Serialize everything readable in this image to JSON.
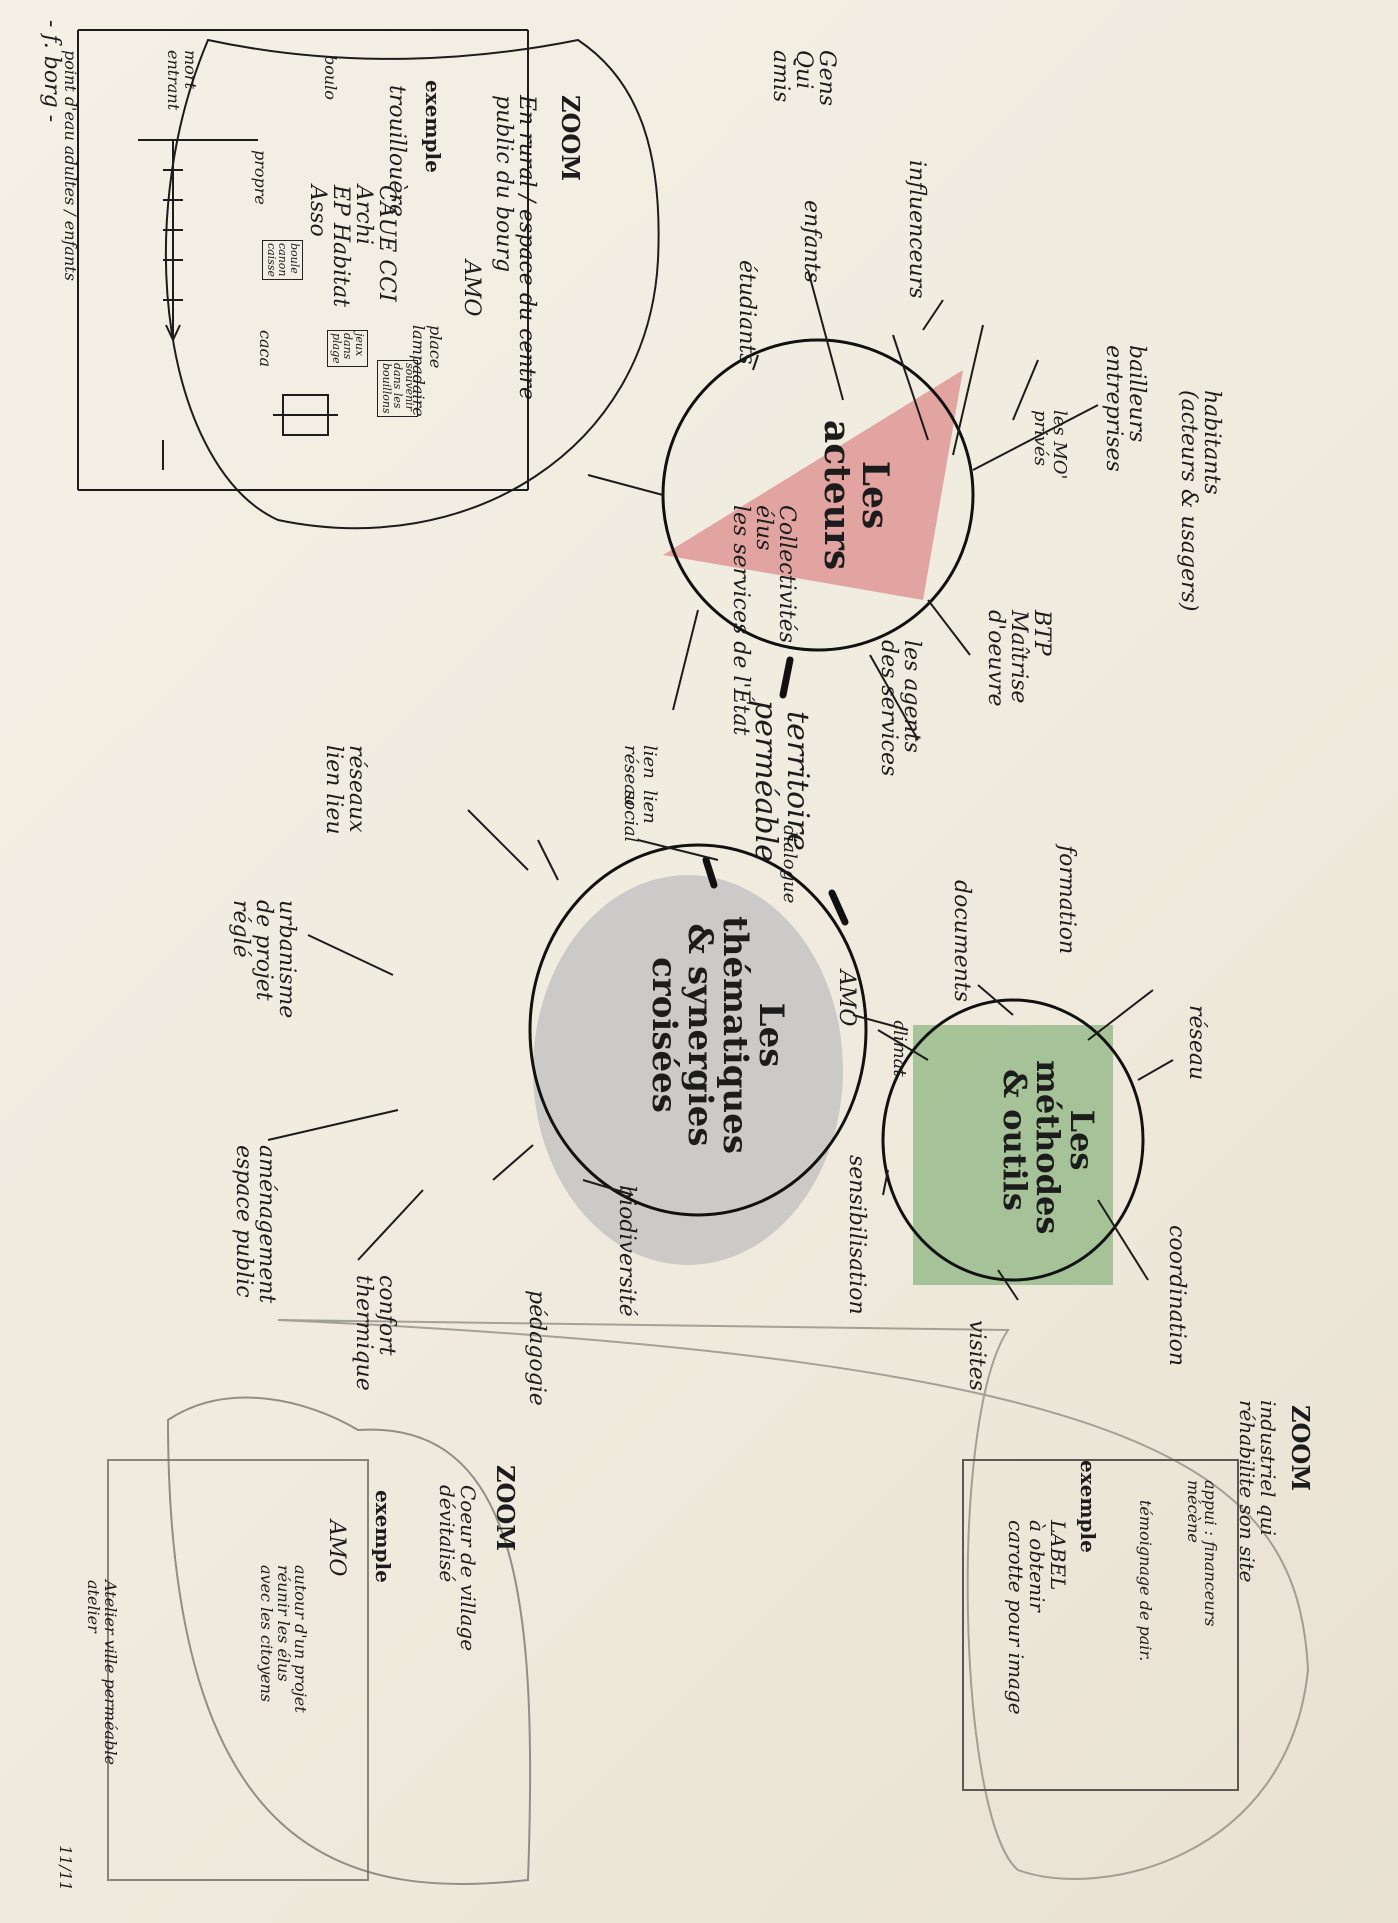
{
  "hubs": {
    "acteurs": {
      "title": "Les\nacteurs",
      "color": "#d9787a"
    },
    "thematiques": {
      "title": "Les\nthématiques\n& synergies croisées",
      "color": "#b8b8bc"
    },
    "methodes": {
      "title": "Les\nméthodes\n& outils",
      "color": "#76a86a"
    }
  },
  "center_label": "territoire\nperméable",
  "acteurs_branches": [
    "CAUE CCI\nArchi\nEP Habitat\nAsso",
    "AMO",
    "habitants\n(acteurs & usagers)",
    "bailleurs\nentreprises",
    "les MO'\nprivés",
    "BTP\nMaîtrise\nd'oeuvre",
    "les agents\ndes services",
    "Collectivités\nélus\nles services de l'État",
    "étudiants",
    "enfants",
    "influenceurs",
    "lien\nréseau",
    "Gens\nQui\namis"
  ],
  "thematiques_branches": [
    "dialogue",
    "lien\nsocial",
    "réseaux\nlien lieu",
    "urbanisme\nde projet\nréglé",
    "aménagement\nespace public",
    "confort\nthermique",
    "pédagogie",
    "biodiversité",
    "climat"
  ],
  "methodes_branches": [
    "formation",
    "documents",
    "AMO",
    "réseau",
    "sensibilisation",
    "visites",
    "coordination"
  ],
  "zoom_rural": {
    "title": "ZOOM",
    "subtitle": "En rural / espace du centre\npublic du bourg",
    "exemple": "exemple",
    "name": "trouillouère",
    "label_top": "place\nlampadaire",
    "label_left": "boulo",
    "label_mort": "mort\nentrant",
    "label_propre": "propre",
    "label_caca": "caca",
    "box1": "boule\ncanon\ncaisse",
    "box2": "jeux\ndans\nplage",
    "box3": "souvenir\ndans les\nbouillons",
    "footer": "point d'eau adultes / enfants"
  },
  "zoom_industrial": {
    "title": "ZOOM",
    "subtitle": "industriel qui\nréhabilite son site",
    "appui": "appui : financeurs\nmécène",
    "temoignage": "témoignage de pair.",
    "exemple": "exemple",
    "body": "LABEL\nà obtenir\ncarotte pour image"
  },
  "zoom_village": {
    "title": "ZOOM",
    "subtitle": "Coeur de village\ndévitalisé",
    "exemple": "exemple",
    "body": "AMO",
    "detail": "autour d'un projet\nréunir les élus\navec les citoyens"
  },
  "signature": "- f. borg -",
  "caption": "Atelier ville perméable\natelier",
  "date": "11/11"
}
